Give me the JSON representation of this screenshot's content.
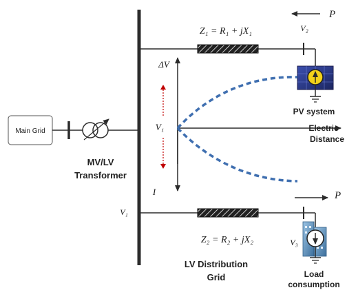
{
  "main_grid": {
    "label": "Main Grid"
  },
  "transformer": {
    "line1": "MV/LV",
    "line2": "Transformer"
  },
  "labels": {
    "p_top": "P",
    "p_bottom": "P",
    "z1": "Z₁ = R₁ + jX₁",
    "z2": "Z₂ = R₂ + jX₂",
    "v2": "V₂",
    "v3": "V₃",
    "v1_center": "V₁",
    "v1_left": "V₁",
    "delta_v": "ΔV",
    "current": "I",
    "pv_system": "PV system",
    "electric": "Electric",
    "distance": "Distance",
    "lv_line1": "LV Distribution",
    "lv_line2": "Grid",
    "load_line1": "Load",
    "load_line2": "consumption"
  },
  "colors": {
    "line": "#2b2b2b",
    "dashed_curve": "#3f6fb0",
    "red_arrow": "#c00000",
    "pv_panel": "#2a3a8a",
    "pv_circle": "#f3d21a",
    "load_building": "#6aa0c8"
  }
}
